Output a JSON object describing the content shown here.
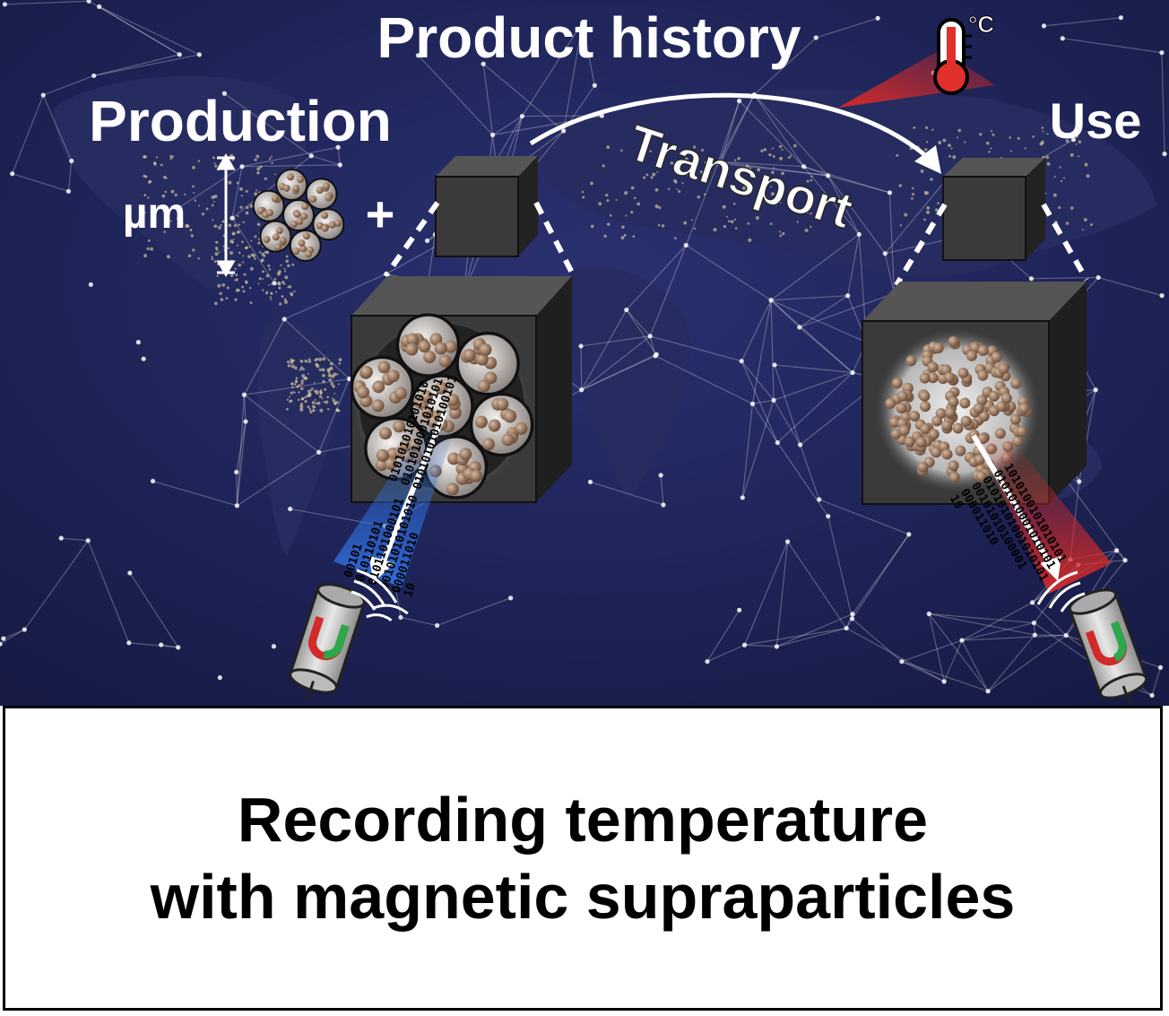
{
  "title": "Product history",
  "stages": {
    "production": "Production",
    "transport": "Transport",
    "use": "Use"
  },
  "scale_label": "µm",
  "plus_sign": "+",
  "temperature_unit": "°C",
  "binary": {
    "left": [
      "00101",
      "010110101",
      "0101101000101",
      "00101010101010",
      "000011010",
      "10"
    ],
    "left_upper": [
      "010101010101010",
      "0101010001010101",
      "01010101010100101"
    ],
    "right": [
      "1010100101010101",
      "0101010001010101",
      "01010101001010101",
      "00101010100001",
      "000011010",
      "10"
    ]
  },
  "caption": {
    "line1": "Recording temperature",
    "line2": "with magnetic supraparticles"
  },
  "colors": {
    "map_bg": "#1c2150",
    "cube_face": "#3a3a3a",
    "readout_cold": "#2f6fe0",
    "readout_hot": "#d22a2a",
    "particle": "#8a6b54",
    "supraparticle": "#c9c3bf"
  }
}
